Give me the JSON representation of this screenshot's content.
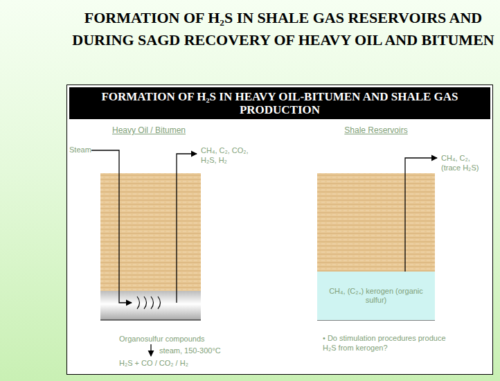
{
  "diagram": {
    "title": "FORMATION OF H₂S IN SHALE GAS RESERVOIRS AND DURING SAGD RECOVERY OF HEAVY OIL AND BITUMEN",
    "nodes": [
      {
        "text": [
          "FORMATION OF H₂S IN HEAVY OIL-BITUMEN AND SHALE GAS PRODUCTION"
        ]
      },
      {
        "text": [
          "CH₄, (C₂₊) kerogen (organic sulfur)"
        ],
        "in": 0
      }
    ],
    "labels": [
      "Heavy Oil / Bitumen",
      "Shale Reservoirs",
      "Steam",
      "CH₄, C₂, CO₂, H₂S, H₂",
      "CH₄, C₂, (trace H₂S)",
      "Organosulfur compounds",
      "steam, 150-300°C",
      "H₂S + CO / CO₂ / H₂",
      "• Do stimulation procedures produce H₂S from kerogen?"
    ]
  }
}
